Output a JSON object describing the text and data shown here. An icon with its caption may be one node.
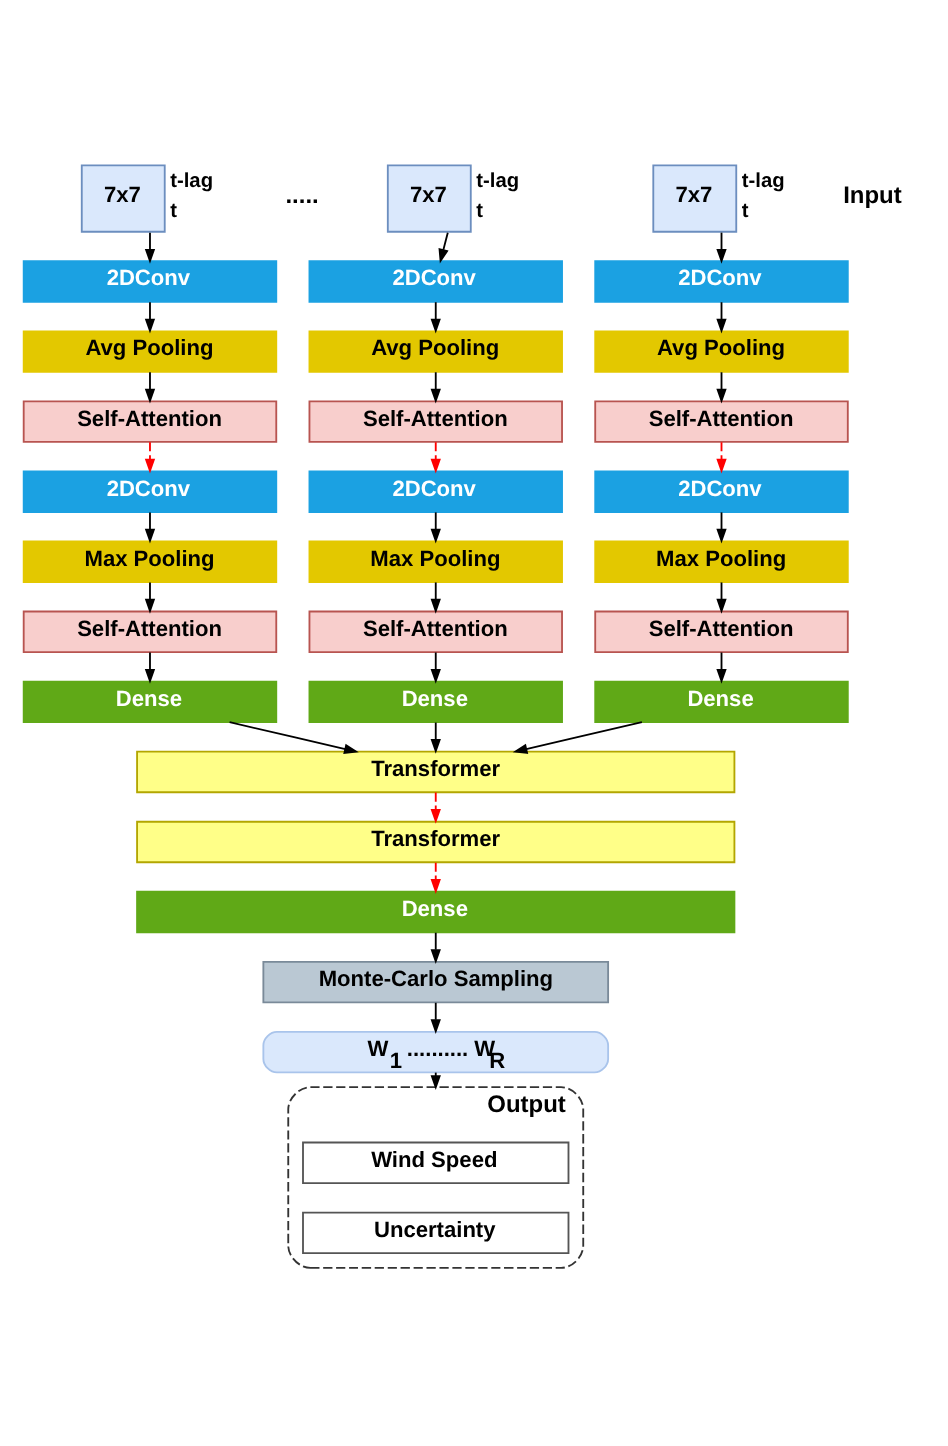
{
  "diagram": {
    "nodes": [
      {
        "text": [
          "7x7"
        ],
        "beside": [
          "t-lag",
          "t"
        ]
      },
      {
        "text": [
          "2DConv"
        ]
      },
      {
        "text": [
          "Avg Pooling"
        ]
      },
      {
        "text": [
          "Self-Attention"
        ]
      },
      {
        "text": [
          "2DConv"
        ]
      },
      {
        "text": [
          "Max Pooling"
        ]
      },
      {
        "text": [
          "Self-Attention"
        ]
      },
      {
        "text": [
          "Dense"
        ]
      },
      {
        "text": [
          "7x7"
        ],
        "beside": [
          "t-lag",
          "t"
        ]
      },
      {
        "text": [
          "2DConv"
        ]
      },
      {
        "text": [
          "Avg Pooling"
        ]
      },
      {
        "text": [
          "Self-Attention"
        ]
      },
      {
        "text": [
          "2DConv"
        ]
      },
      {
        "text": [
          "Max Pooling"
        ]
      },
      {
        "text": [
          "Self-Attention"
        ]
      },
      {
        "text": [
          "Dense"
        ]
      },
      {
        "text": [
          "7x7"
        ],
        "beside": [
          "t-lag",
          "t"
        ]
      },
      {
        "text": [
          "2DConv"
        ]
      },
      {
        "text": [
          "Avg Pooling"
        ]
      },
      {
        "text": [
          "Self-Attention"
        ]
      },
      {
        "text": [
          "2DConv"
        ]
      },
      {
        "text": [
          "Max Pooling"
        ]
      },
      {
        "text": [
          "Self-Attention"
        ]
      },
      {
        "text": [
          "Dense"
        ]
      },
      {
        "text": [
          "Transformer"
        ]
      },
      {
        "text": [
          "Transformer"
        ]
      },
      {
        "text": [
          "Dense"
        ]
      },
      {
        "text": [
          "Monte-Carlo Sampling"
        ]
      },
      {
        "text": [
          "W$_{1}$ .......... W$_{R}$"
        ]
      },
      {
        "text": [
          "Output"
        ]
      },
      {
        "text": [
          "Wind Speed"
        ],
        "in": 29
      },
      {
        "text": [
          "Uncertainty"
        ],
        "in": 29
      }
    ],
    "edges": [
      {
        "from": 0,
        "to": 1,
        "arrow": "to"
      },
      {
        "from": 1,
        "to": 2,
        "arrow": "to"
      },
      {
        "from": 2,
        "to": 3,
        "arrow": "to"
      },
      {
        "from": 3,
        "to": 4,
        "arrow": "to",
        "style": "dashed",
        "color": "#ff0000"
      },
      {
        "from": 4,
        "to": 5,
        "arrow": "to"
      },
      {
        "from": 5,
        "to": 6,
        "arrow": "to"
      },
      {
        "from": 6,
        "to": 7,
        "arrow": "to"
      },
      {
        "from": 8,
        "to": 9,
        "arrow": "to"
      },
      {
        "from": 9,
        "to": 10,
        "arrow": "to"
      },
      {
        "from": 10,
        "to": 11,
        "arrow": "to"
      },
      {
        "from": 11,
        "to": 12,
        "arrow": "to",
        "style": "dashed",
        "color": "#ff0000"
      },
      {
        "from": 12,
        "to": 13,
        "arrow": "to"
      },
      {
        "from": 13,
        "to": 14,
        "arrow": "to"
      },
      {
        "from": 14,
        "to": 15,
        "arrow": "to"
      },
      {
        "from": 16,
        "to": 17,
        "arrow": "to"
      },
      {
        "from": 17,
        "to": 18,
        "arrow": "to"
      },
      {
        "from": 18,
        "to": 19,
        "arrow": "to"
      },
      {
        "from": 19,
        "to": 20,
        "arrow": "to",
        "style": "dashed",
        "color": "#ff0000"
      },
      {
        "from": 20,
        "to": 21,
        "arrow": "to"
      },
      {
        "from": 21,
        "to": 22,
        "arrow": "to"
      },
      {
        "from": 22,
        "to": 23,
        "arrow": "to"
      },
      {
        "from": 7,
        "to": 24,
        "arrow": "to"
      },
      {
        "from": 15,
        "to": 24,
        "arrow": "to"
      },
      {
        "from": 23,
        "to": 24,
        "arrow": "to"
      },
      {
        "from": 24,
        "to": 25,
        "arrow": "to",
        "style": "dashed",
        "color": "#ff0000"
      },
      {
        "from": 25,
        "to": 26,
        "arrow": "to",
        "style": "dashed",
        "color": "#ff0000"
      },
      {
        "from": 26,
        "to": 27,
        "arrow": "to"
      },
      {
        "from": 27,
        "to": 28,
        "arrow": "to"
      },
      {
        "from": 28,
        "to": 29,
        "arrow": "to"
      }
    ],
    "labels": [
      ".....",
      "Input"
    ]
  }
}
